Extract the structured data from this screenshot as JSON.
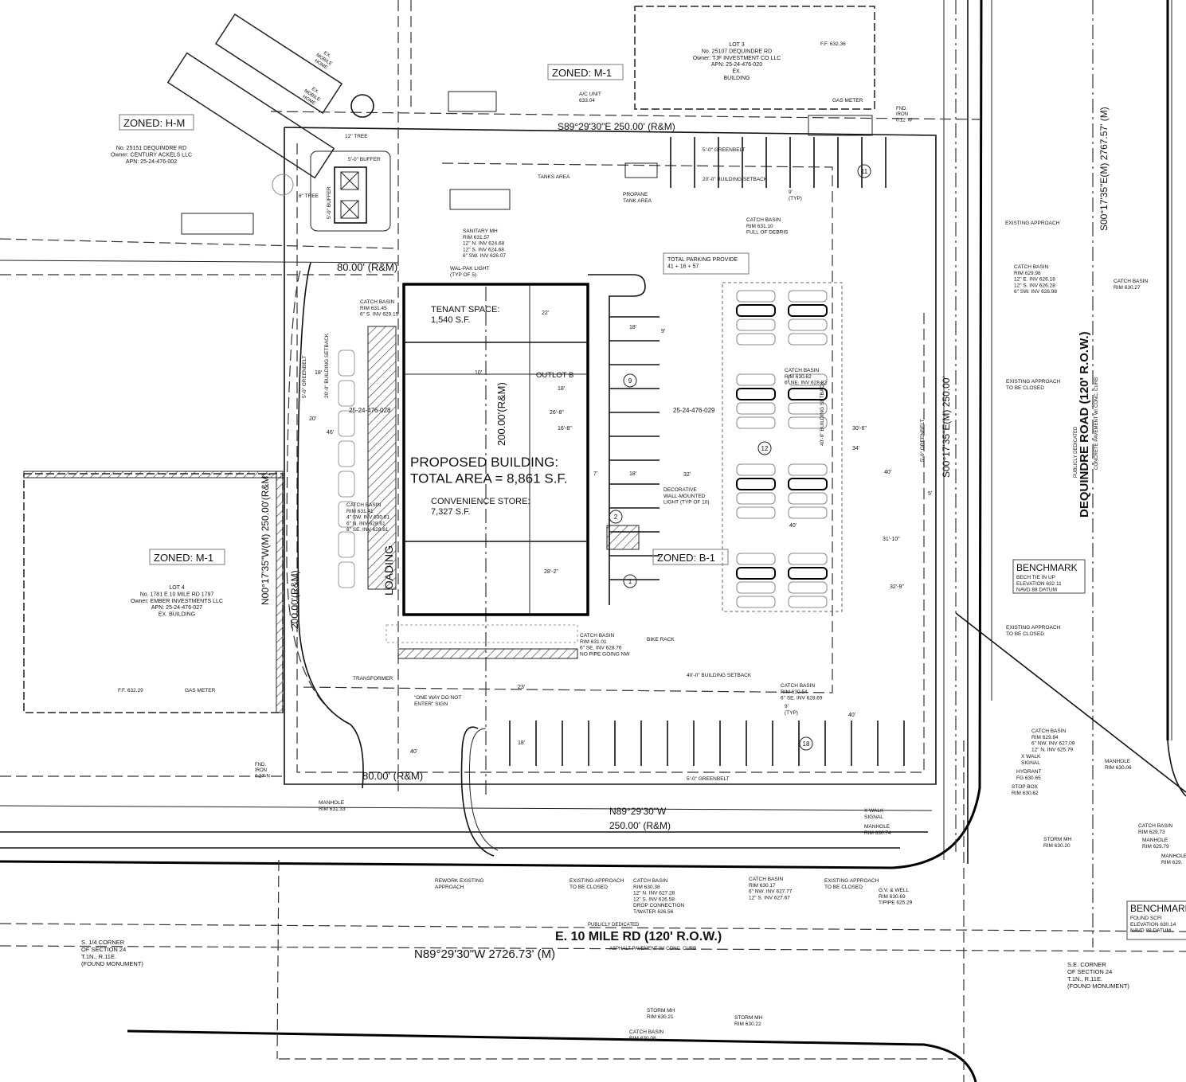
{
  "zones": {
    "hm": "ZONED: H-M",
    "m1_top": "ZONED: M-1",
    "m1_left": "ZONED: M-1",
    "b1": "ZONED: B-1"
  },
  "labels": {
    "lot_25151": [
      "No. 25151 DEQUINDRE RD",
      "Owner: CENTURY ACKELS LLC",
      "APN: 25-24-476-002"
    ],
    "lot3": [
      "LOT 3",
      "No. 25107 DEQUINDRE RD",
      "Owner: TJF INVESTMENT CO LLC",
      "APN: 25-24-476-020",
      "EX.",
      "BUILDING"
    ],
    "lot4": [
      "LOT 4",
      "No. 1781 E 10 MILE RD 1797",
      "Owner: EMBER INVESTMENTS LLC",
      "APN: 25-24-476-027",
      "EX. BUILDING"
    ],
    "mobile_home_1": [
      "EX.",
      "MOBILE",
      "HOME"
    ],
    "mobile_home_2": [
      "EX.",
      "MOBILE",
      "HOME"
    ],
    "ac_unit": [
      "A/C UNIT",
      "633.04"
    ],
    "ff_top": [
      "F.F. 632.36"
    ],
    "gas_meter_top": [
      "GAS METER"
    ],
    "fnd_top": [
      "FND.",
      "IRON",
      "0.12' W"
    ],
    "tree_12": [
      "12\" TREE"
    ],
    "tree_8": [
      "8\" TREE"
    ],
    "buffer_top": [
      "5'-0\" BUFFER"
    ],
    "buffer_side": [
      "5'-0\" BUFFER"
    ],
    "tanks_area": [
      "TANKS AREA"
    ],
    "propane": [
      "PROPANE",
      "TANK AREA"
    ],
    "greenbelt_top": [
      "5'-0\" GREENBELT"
    ],
    "setback_20_top": [
      "20'-0\" BUILDING SETBACK"
    ],
    "typ_9_top": [
      "9'",
      "(TYP)"
    ],
    "cb_631_10": [
      "CATCH BASIN",
      "RIM 631.10",
      "FULL OF DEBRIS"
    ],
    "sanitary_mh": [
      "SANITARY MH",
      "RIM 631.57",
      "12\" N. INV 624.68",
      "12\" S. INV 624.68",
      "6\" SW. INV 626.07"
    ],
    "wal_pak": [
      "WAL-PAK LIGHT",
      "(TYP OF 5)"
    ],
    "total_parking": [
      "TOTAL PARKING PROVIDE",
      "41 + 16 + 57"
    ],
    "cb_631_45": [
      "CATCH BASIN",
      "RIM 631.45",
      "6\" S. INV 629.15"
    ],
    "tenant": [
      "TENANT SPACE:",
      "1,540 S.F."
    ],
    "outlot": [
      "OUTLOT B"
    ],
    "apn_028": [
      "25-24-476-028"
    ],
    "apn_029": [
      "25-24-476-029"
    ],
    "cb_630_62": [
      "CATCH BASIN",
      "RIM 630.62",
      "6\" NE. INV 628.82"
    ],
    "proposed": [
      "PROPOSED BUILDING:",
      "TOTAL AREA = 8,861 S.F."
    ],
    "convenience": [
      "CONVENIENCE STORE:",
      "7,327 S.F."
    ],
    "cb_631_41": [
      "CATCH BASIN",
      "RIM 631.41",
      "4\" SW. INV 630.61",
      "6\" N. INV 628.61",
      "6\" SE. INV 628.61"
    ],
    "loading": [
      "LOADING"
    ],
    "decorative": [
      "DECORATIVE",
      "WALL-MOUNTED",
      "LIGHT (TYP OF 10)"
    ],
    "cb_631_01": [
      "CATCH BASIN",
      "RIM 631.01",
      "6\" SE. INV 628.76",
      "NO PIPE GOING NW"
    ],
    "bike_rack": [
      "BIKE RACK"
    ],
    "transformer": [
      "TRANSFORMER"
    ],
    "setback_40": [
      "40'-0\" BUILDING SETBACK"
    ],
    "cb_630_54": [
      "CATCH BASIN",
      "RIM 630.54",
      "6\" SE. INV 628.69"
    ],
    "typ_9_bottom": [
      "9'",
      "(TYP)"
    ],
    "one_way": [
      "\"ONE WAY DO NOT",
      "ENTER\" SIGN"
    ],
    "ff_left": [
      "F.F. 632.29"
    ],
    "gas_meter_left": [
      "GAS METER"
    ],
    "fnd_left": [
      "FND.",
      "IRON",
      "0.27' N"
    ],
    "greenbelt_bottom": [
      "5'-0\" GREENBELT"
    ],
    "greenbelt_left": [
      "5'-0\" GREENBELT"
    ],
    "setback_20_left": [
      "20'-0\" BUILDING SETBACK"
    ],
    "greenbelt_right": [
      "5'-0\" GREENBELT"
    ],
    "setback_40_right": [
      "40'-0\" BUILDING SETBACK"
    ],
    "manhole_631_33": [
      "MANHOLE",
      "RIM 631.33"
    ],
    "existing_approach": [
      "EXISTING APPROACH"
    ],
    "cb_629_98": [
      "CATCH BASIN",
      "RIM 629.98",
      "12\" E. INV 626.18",
      "12\" S. INV 626.28",
      "6\" SW. INV 626.98"
    ],
    "cb_630_27": [
      "CATCH BASIN",
      "RIM 630.27"
    ],
    "ex_app_closed_1": [
      "EXISTING APPROACH",
      "TO BE CLOSED"
    ],
    "ex_app_closed_2": [
      "EXISTING APPROACH",
      "TO BE CLOSED"
    ],
    "cb_629_84": [
      "CATCH BASIN",
      "RIM 629.84",
      "6\" NW. INV 627.09",
      "12\" N. INV 625.79"
    ],
    "xwalk_1": [
      "X WALK",
      "SIGNAL"
    ],
    "hydrant": [
      "HYDRANT",
      "FG 630.65"
    ],
    "stop_box": [
      "STOP BOX",
      "RIM 630.62"
    ],
    "manhole_630_06": [
      "MANHOLE",
      "RIM 630.06"
    ],
    "xwalk_2": [
      "X WALK",
      "SIGNAL"
    ],
    "manhole_630_74": [
      "MANHOLE",
      "RIM 630.74"
    ],
    "storm_630_20": [
      "STORM MH",
      "RIM 630.20"
    ],
    "cb_629_73": [
      "CATCH BASIN",
      "RIM 629.73"
    ],
    "manhole_629_79": [
      "MANHOLE",
      "RIM 629.79"
    ],
    "manhole_629_x": [
      "MANHOLE",
      "RIM 629."
    ],
    "rework": [
      "REWORK EXISTING",
      "APPROACH"
    ],
    "ex_app_closed_3": [
      "EXISTING APPROACH",
      "TO BE CLOSED"
    ],
    "cb_630_38": [
      "CATCH BASIN",
      "RIM 630.38",
      "12\" N. INV 627.28",
      "12\" S. INV 626.58",
      "DROP CONNECTION",
      "T/WATER 626.56"
    ],
    "cb_630_17": [
      "CATCH BASIN",
      "RIM 630.17",
      "6\" NW. INV 627.77",
      "12\" S. INV 627.67"
    ],
    "ex_app_closed_4": [
      "EXISTING APPROACH",
      "TO BE CLOSED"
    ],
    "gv_well": [
      "G.V. & WELL",
      "RIM 630.69",
      "T/PIPE 625.29"
    ],
    "quarter_corner": [
      "S. 1/4 CORNER",
      "OF SECTION 24",
      "T.1N., R.11E.",
      "(FOUND MONUMENT)"
    ],
    "se_corner": [
      "S.E. CORNER",
      "OF SECTION 24",
      "T.1N., R.11E.",
      "(FOUND MONUMENT)"
    ],
    "storm_630_21": [
      "STORM MH",
      "RIM 630.21"
    ],
    "storm_630_22": [
      "STORM MH",
      "RIM 630.22"
    ],
    "cb_630_08": [
      "CATCH BASIN",
      "RIM 630.08"
    ],
    "bm1_detail": [
      "BECH TIE IN UP",
      "ELEVATION 632.11",
      "NAVD 88 DATUM"
    ],
    "bm2_detail": [
      "FOUND SCFI",
      "ELEVATION 630.14",
      "NAVD 88 DATUM"
    ]
  },
  "benchmarks": {
    "bm1": "BENCHMARK",
    "bm2": "BENCHMARK"
  },
  "bearings": {
    "north": "S89°29'30\"E   250.00' (R&M)",
    "top_80": "80.00' (R&M)",
    "bottom_80": "80.00' (R&M)",
    "west": "N00°17'35\"W(M)  250.00'(R&M)",
    "east": "S00°17'35\"E(M)  250.00'",
    "far_east": "S00°17'35\"E(M)  2767.57' (M)",
    "south_1": "N89°29'30\"W",
    "south_2": "250.00' (R&M)",
    "far_south": "N89°29'30\"W  2726.73' (M)",
    "building_200": "200.00'(R&M)",
    "curve_200": "200.00'(R&M)"
  },
  "roads": {
    "dequindre_dedicated": "PUBLICLY DEDICATED",
    "dequindre_name": "DEQUINDRE ROAD (120' R.O.W.)",
    "dequindre_pavement": "CONCRETE PAVEMENT W/ CONC. CURB",
    "mile_dedicated": "PUBLICLY DEDICATED",
    "mile_name": "E. 10 MILE RD (120' R.O.W.)",
    "mile_pavement": "ASPHALT PAVEMENT W/ CONC. CURB"
  },
  "parking_counts": [
    "11",
    "9",
    "12",
    "2",
    "1",
    "18"
  ],
  "dimensions": [
    "18'",
    "18'",
    "9'",
    "46'",
    "20'",
    "18'",
    "40'",
    "40'",
    "31'-10\"",
    "32'-9\"",
    "32'",
    "18'",
    "40'",
    "7'",
    "10'",
    "26'-8\"",
    "16'-8\"",
    "28'-2\"",
    "22'",
    "23'",
    "18'",
    "40'",
    "5'",
    "30'-6\"",
    "34'"
  ]
}
